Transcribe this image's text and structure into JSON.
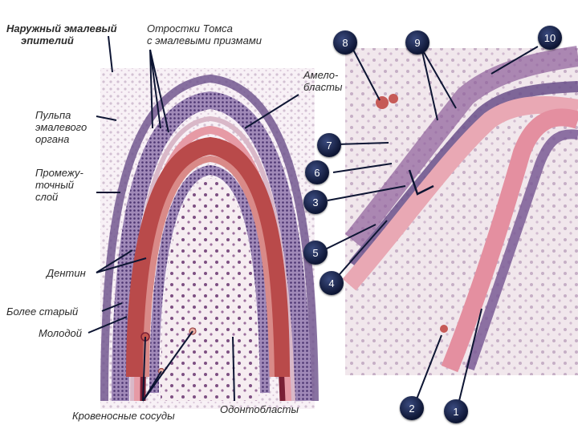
{
  "left_labels": {
    "outer_enamel_epithelium": "Наружный эмалевый\n     эпителий",
    "tomes_processes": "Отростки Томса\nс эмалевыми призмами",
    "enamel_organ_pulp": "Пульпа\nэмалевого\nоргана",
    "intermediate_layer": "Промежу-\nточный\nслой",
    "ameloblasts": "Амело-\nбласты",
    "dentin": "Дентин",
    "older": "Более старый",
    "younger": "Молодой",
    "blood_vessels": "Кровеносные сосуды",
    "odontoblasts": "Одонтобласты"
  },
  "markers": [
    "1",
    "2",
    "3",
    "4",
    "5",
    "6",
    "7",
    "8",
    "9",
    "10"
  ],
  "colors": {
    "marker_fill": "#0d1533",
    "marker_text": "#ffffff",
    "label_text": "#2b2b2b",
    "dentin_red": "#b94a4a",
    "predentin_dark": "#7a1f35",
    "enamel_pink": "#e69aa5",
    "cell_purple": "#6a4f8a",
    "pulp_bg": "#f3ecef",
    "photo_bg": "#eee3ea"
  }
}
